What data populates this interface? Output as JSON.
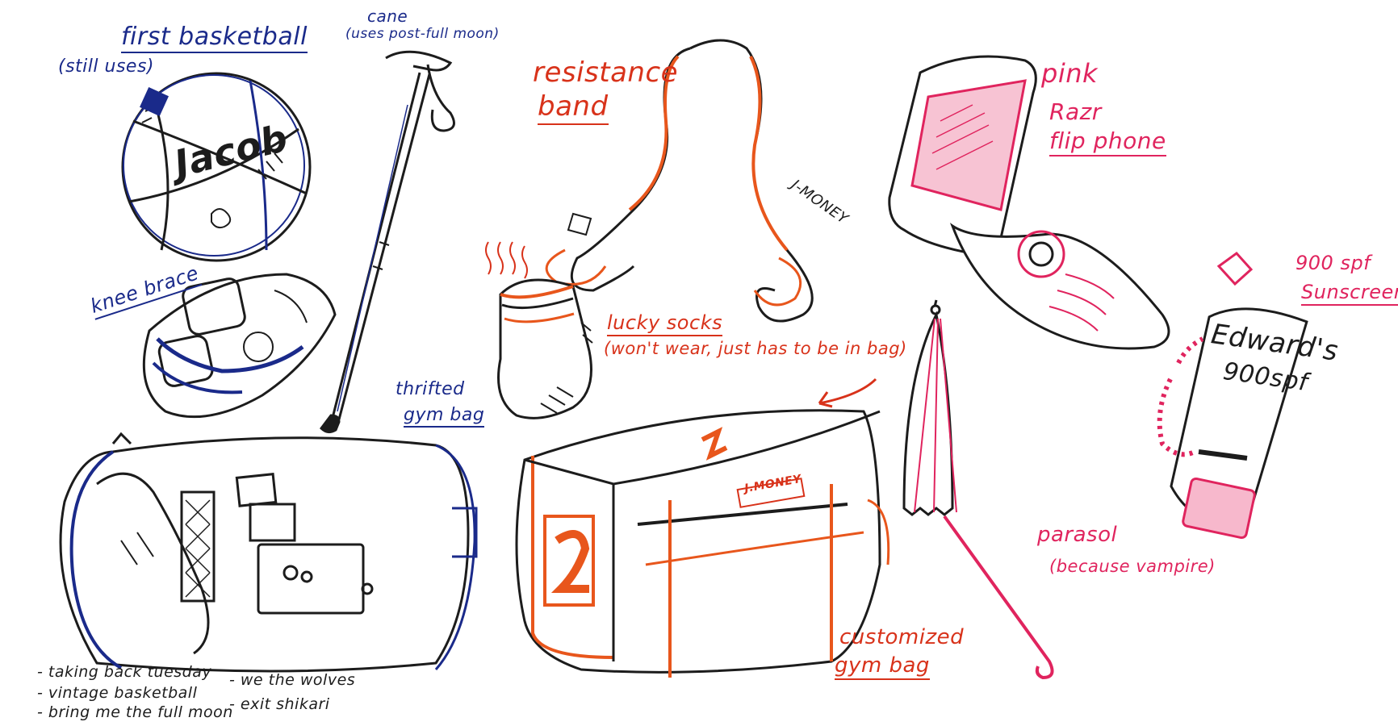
{
  "colors": {
    "ink_blue": "#1a2a8a",
    "ink_orange": "#e8561c",
    "ink_red": "#d8321a",
    "ink_pink": "#e0245e",
    "ink_black": "#1c1c1c"
  },
  "labels": {
    "basketball": "first basketball",
    "basketball_note": "(still uses)",
    "basketball_name": "Jacob",
    "cane": "cane",
    "cane_note": "(uses post-full moon)",
    "knee_brace": "knee brace",
    "thrifted_bag_1": "thrifted",
    "thrifted_bag_2": "gym bag",
    "bag_patches": [
      "- taking back tuesday",
      "- vintage basketball",
      "- bring me the full moon",
      "- we the wolves",
      "- exit shikari"
    ],
    "resistance_1": "resistance",
    "resistance_2": "band",
    "band_tag": "J-MONEY",
    "socks_1": "lucky socks",
    "socks_2": "(won't wear, just has to be in bag)",
    "custom_bag_tag": "J.MONEY",
    "custom_bag_1": "customized",
    "custom_bag_2": "gym bag",
    "phone_1": "pink",
    "phone_2": "Razr",
    "phone_3": "flip phone",
    "sunscreen_1": "900 spf",
    "sunscreen_2": "Sunscreen",
    "sunscreen_brand_1": "Edward's",
    "sunscreen_brand_2": "900spf",
    "parasol_1": "parasol",
    "parasol_2": "(because vampire)"
  },
  "icons": [
    "basketball-sketch",
    "cane-sketch",
    "knee-brace-sketch",
    "thrifted-gym-bag-sketch",
    "resistance-band-sketch",
    "lucky-socks-sketch",
    "customized-gym-bag-sketch",
    "flip-phone-sketch",
    "parasol-sketch",
    "sunscreen-tube-sketch"
  ]
}
